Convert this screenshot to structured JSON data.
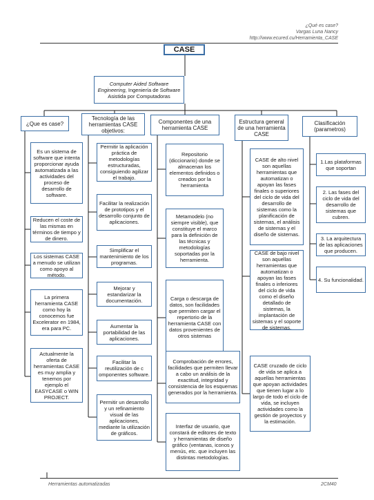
{
  "header": {
    "line1": "¿Qué es case?",
    "line2": "Vargas Luna Nancy",
    "line3": "http://www.ecured.cu/Herramienta_CASE"
  },
  "root": "CASE",
  "subtitle": {
    "italic": "Computer Aided Software Engineering,",
    "rest": " Ingeniería de Software Asistida por Computadoras"
  },
  "columns": [
    {
      "title": "¿Que es case?",
      "items": [
        "Es un sistema de software que intenta proporcionar ayuda automatizada a las actividades del proceso de desarrollo de software.",
        "Reducen el coste de las mismas en términos de tiempo y de dinero.",
        "Los sistemas CASE a menudo se utilizan como apoyo al método.",
        "La primera herramienta CASE como hoy la conocemos fue Excelerator en 1984, era para PC.",
        "Actualmente la oferta de herramientas CASE es muy amplia y tenemos por ejemplo el EASYCASE o WIN PROJECT."
      ]
    },
    {
      "title": "Tecnología de las herramientas CASE objetivos:",
      "items": [
        "Permitir la aplicación práctica de metodologías estructuradas, consiguiendo agilizar el trabajo.",
        "Facilitar la realización de prototipos y el desarrollo conjunto de aplicaciones.",
        "Simplificar el mantenimiento de los programas.",
        "Mejorar y estandarizar la documentación.",
        "Aumentar la portabilidad de las aplicaciones.",
        "Facilitar la reutilización de c omponentes software.",
        "Permitir un desarrollo y un refinamiento visual de las aplicaciones, mediante la utilización de gráficos."
      ]
    },
    {
      "title": "Componentes de una herramienta CASE",
      "items": [
        "Repositorio (diccionario) donde se almacenan los elementos definidos o creados por la herramienta",
        "Metamodelo (no siempre visible), que constituye el marco para la definición de las técnicas y metodologías soportadas por la herramienta.",
        "Carga o descarga de datos, son facilidades que permiten cargar el repertorio de la herramienta CASE con datos provenientes de otros sistemas",
        "Comprobación de errores, facilidades que permiten llevar a cabo un análisis de la exactitud, integridad y consistencia de los esquemas generados por la herramienta.",
        "Interfaz de usuario, que constará de editores de texto y herramientas de diseño gráfico (ventanas, iconos y menús, etc. que incluyen las distintas metodologías."
      ]
    },
    {
      "title": "Estructura general de una herramienta CASE",
      "items": [
        "CASE de alto nivel son aquellas herramientas que automatizan o apoyan las fases finales o superiores del ciclo de vida del desarrollo de sistemas como la planificación de sistemas, el análisis de sistemas y el diseño de sistemas.",
        "CASE de bajo nivel son aquellas herramientas que automatizan o apoyan las fases finales o inferiores del ciclo de vida como el diseño detallado de sistemas, la implantación de sistemas y el soporte de sistemas.",
        "CASE cruzado de ciclo de vida se aplica a aquellas herramientas que apoyan actividades que tienen lugar a lo largo de todo el ciclo de vida, se incluyen actividades como la gestión de proyectos y la estimación."
      ]
    },
    {
      "title": "Clasificación (parametros)",
      "items": [
        "1.Las plataformas que soportan",
        "2. Las fases del ciclo de vida del desarrollo de sistemas que cubren.",
        "3. La arquitectura de las aplicaciones que producen.",
        "4. Su funcionalidad."
      ]
    }
  ],
  "footer": {
    "left": "Herramientas automatizadas",
    "right": "2CM40"
  }
}
